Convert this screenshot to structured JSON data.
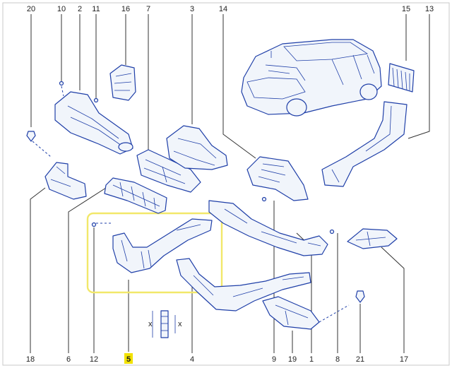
{
  "colors": {
    "line": "#1f3fa8",
    "fill": "#f1f5fb",
    "highlight_box": "#f2e86a",
    "highlight_label_bg": "#f2e200",
    "frame": "#c8c8c8"
  },
  "labels": {
    "top": [
      "20",
      "10",
      "2",
      "11",
      "16",
      "7",
      "3",
      "14",
      "15",
      "13"
    ],
    "bottom": [
      "18",
      "6",
      "12",
      "5",
      "4",
      "9",
      "19",
      "1",
      "8",
      "21",
      "17"
    ],
    "highlighted": "5"
  },
  "dimension_marks": {
    "x1": "x",
    "x2": "x"
  }
}
